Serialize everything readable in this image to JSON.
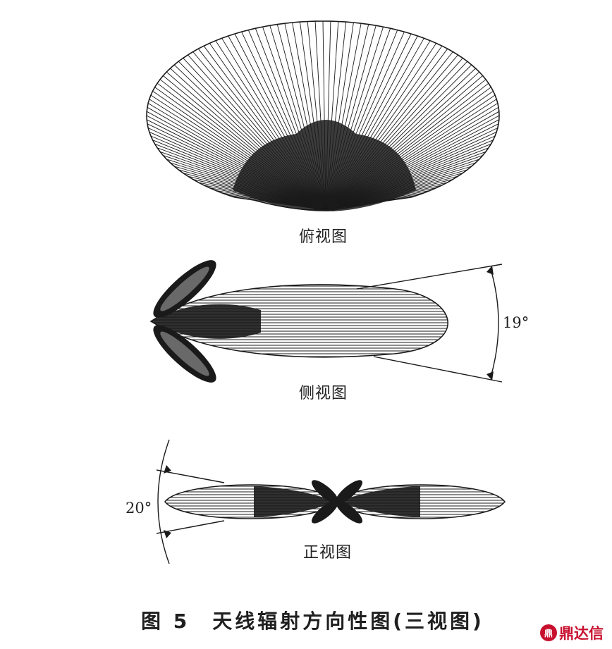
{
  "views": {
    "top_label": "俯视图",
    "side_label": "侧视图",
    "front_label": "正视图"
  },
  "angles": {
    "side": "19°",
    "front": "20°"
  },
  "caption": "图 5　天线辐射方向性图(三视图)",
  "watermark": {
    "logo": "鼎",
    "text": "鼎达信"
  },
  "colors": {
    "ink": "#1a1a1a",
    "watermark": "#c8102e"
  }
}
